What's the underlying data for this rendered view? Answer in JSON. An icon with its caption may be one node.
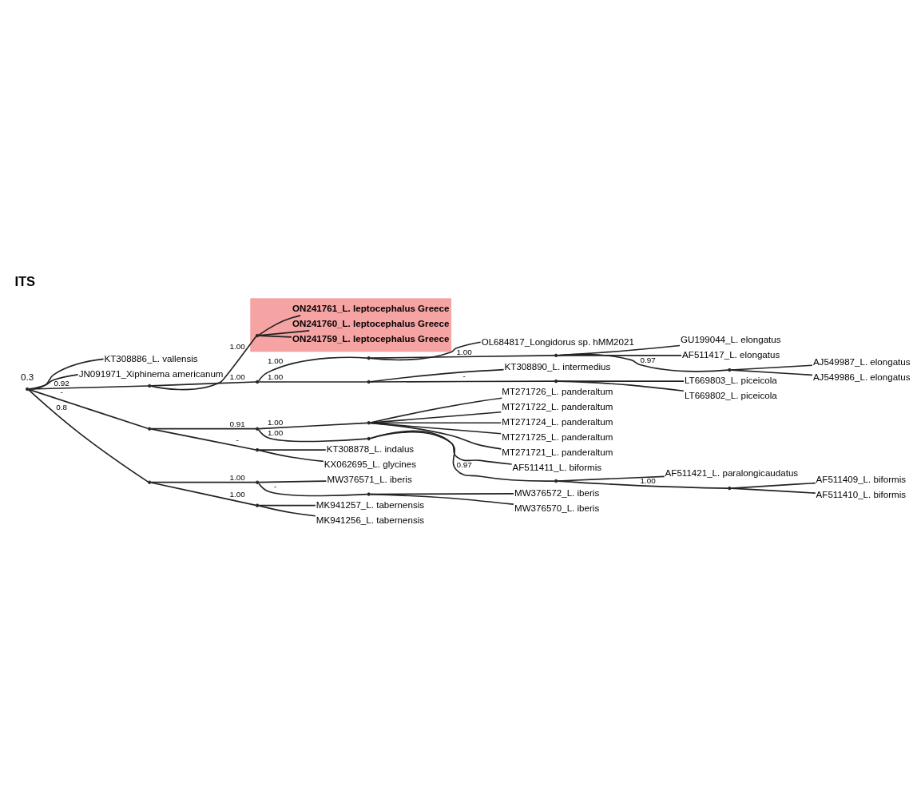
{
  "diagram": {
    "title": "ITS",
    "nodes": [
      {
        "text": [
          "AJ549987_L. elongatus"
        ]
      },
      {
        "text": [
          "AJ549986_L. elongatus"
        ]
      },
      {
        "text": [
          "GU199044_L. elongatus"
        ]
      },
      {
        "text": [
          "AF511417_L. elongatus"
        ]
      },
      {
        "text": [
          "OL684817_Longidorus sp. hMM2021"
        ]
      },
      {
        "text": [
          "LT669803_L. piceicola"
        ]
      },
      {
        "text": [
          "LT669802_L. piceicola"
        ]
      },
      {
        "text": [
          "KT308890_L. intermedius"
        ]
      },
      {
        "text": [],
        "shape": "band"
      },
      {
        "text": [
          "ON241759_L. leptocephalus Greece"
        ],
        "in": 8
      },
      {
        "text": [
          "ON241760_L. leptocephalus Greece"
        ],
        "in": 8
      },
      {
        "text": [
          "ON241761_L. leptocephalus Greece"
        ],
        "in": 8
      },
      {
        "text": [
          "MT271726_L. panderaltum"
        ]
      },
      {
        "text": [
          "MT271722_L. panderaltum"
        ]
      },
      {
        "text": [
          "MT271724_L. panderaltum"
        ]
      },
      {
        "text": [
          "MT271725_L. panderaltum"
        ]
      },
      {
        "text": [
          "MT271721_L. panderaltum"
        ]
      },
      {
        "text": [
          "AF511409_L. biformis"
        ]
      },
      {
        "text": [
          "AF511410_L. biformis"
        ]
      },
      {
        "text": [
          "AF511421_L. paralongicaudatus"
        ]
      },
      {
        "text": [
          "AF511411_L. biformis"
        ]
      },
      {
        "text": [
          "KT308878_L. indalus"
        ]
      },
      {
        "text": [
          "KX062695_L. glycines"
        ]
      },
      {
        "text": [
          "MW376572_L. iberis"
        ]
      },
      {
        "text": [
          "MW376570_L. iberis"
        ]
      },
      {
        "text": [
          "MW376571_L. iberis"
        ]
      },
      {
        "text": [
          "MK941257_L. tabernensis"
        ]
      },
      {
        "text": [
          "MK941256_L. tabernensis"
        ]
      },
      {
        "text": [
          "KT308886_L. vallensis"
        ]
      },
      {
        "text": [
          "JN091971_Xiphinema americanum"
        ]
      },
      {
        "text": [],
        "shape": "point"
      },
      {
        "text": [],
        "shape": "point"
      },
      {
        "text": [],
        "shape": "point"
      },
      {
        "text": [],
        "shape": "point"
      },
      {
        "text": [],
        "shape": "point"
      },
      {
        "text": [],
        "shape": "point",
        "in": 8
      },
      {
        "text": [],
        "shape": "point"
      },
      {
        "text": [],
        "shape": "point"
      },
      {
        "text": [],
        "shape": "point"
      },
      {
        "text": [],
        "shape": "point"
      },
      {
        "text": [],
        "shape": "point"
      },
      {
        "text": [],
        "shape": "point"
      },
      {
        "text": [],
        "shape": "point"
      },
      {
        "text": [],
        "shape": "point"
      },
      {
        "text": [],
        "shape": "point"
      },
      {
        "text": [],
        "shape": "point"
      },
      {
        "text": [],
        "shape": "point"
      },
      {
        "text": [],
        "shape": "point"
      },
      {
        "text": [],
        "shape": "point"
      },
      {
        "text": [],
        "shape": "point"
      }
    ],
    "edges": [
      {
        "from": 30,
        "to": 31,
        "arrow": "none",
        "label": "0.92"
      },
      {
        "from": 30,
        "to": 32,
        "arrow": "none",
        "label": "-"
      },
      {
        "from": 30,
        "to": 33,
        "arrow": "none",
        "label": "0.8"
      },
      {
        "from": 30,
        "to": 28,
        "arrow": "none"
      },
      {
        "from": 30,
        "to": 29,
        "arrow": "none"
      },
      {
        "from": 31,
        "to": 34,
        "arrow": "none",
        "label": "1.00"
      },
      {
        "from": 31,
        "to": 35,
        "arrow": "none",
        "label": "1.00"
      },
      {
        "from": 34,
        "to": 40,
        "arrow": "none",
        "label": "1.00"
      },
      {
        "from": 34,
        "to": 41,
        "arrow": "none",
        "label": "1.00"
      },
      {
        "from": 40,
        "to": 45,
        "arrow": "none",
        "label": "1.00"
      },
      {
        "from": 40,
        "to": 4,
        "arrow": "none"
      },
      {
        "from": 45,
        "to": 48,
        "arrow": "none",
        "label": "0.97"
      },
      {
        "from": 45,
        "to": 2,
        "arrow": "none"
      },
      {
        "from": 45,
        "to": 3,
        "arrow": "none"
      },
      {
        "from": 48,
        "to": 0,
        "arrow": "none"
      },
      {
        "from": 48,
        "to": 1,
        "arrow": "none"
      },
      {
        "from": 41,
        "to": 46,
        "arrow": "none",
        "label": "-"
      },
      {
        "from": 41,
        "to": 7,
        "arrow": "none"
      },
      {
        "from": 46,
        "to": 5,
        "arrow": "none"
      },
      {
        "from": 46,
        "to": 6,
        "arrow": "none"
      },
      {
        "from": 35,
        "to": 9,
        "arrow": "none"
      },
      {
        "from": 35,
        "to": 10,
        "arrow": "none"
      },
      {
        "from": 35,
        "to": 11,
        "arrow": "none"
      },
      {
        "from": 32,
        "to": 36,
        "arrow": "none",
        "label": "0.91"
      },
      {
        "from": 32,
        "to": 37,
        "arrow": "none",
        "label": "-"
      },
      {
        "from": 36,
        "to": 42,
        "arrow": "none",
        "label": "1.00"
      },
      {
        "from": 36,
        "to": 43,
        "arrow": "none",
        "label": "1.00"
      },
      {
        "from": 42,
        "to": 12,
        "arrow": "none"
      },
      {
        "from": 42,
        "to": 13,
        "arrow": "none"
      },
      {
        "from": 42,
        "to": 14,
        "arrow": "none"
      },
      {
        "from": 42,
        "to": 15,
        "arrow": "none"
      },
      {
        "from": 42,
        "to": 16,
        "arrow": "none"
      },
      {
        "from": 43,
        "to": 47,
        "arrow": "none",
        "label": "0.97"
      },
      {
        "from": 43,
        "to": 20,
        "arrow": "none"
      },
      {
        "from": 47,
        "to": 49,
        "arrow": "none",
        "label": "1.00"
      },
      {
        "from": 47,
        "to": 19,
        "arrow": "none"
      },
      {
        "from": 49,
        "to": 17,
        "arrow": "none"
      },
      {
        "from": 49,
        "to": 18,
        "arrow": "none"
      },
      {
        "from": 37,
        "to": 21,
        "arrow": "none"
      },
      {
        "from": 37,
        "to": 22,
        "arrow": "none"
      },
      {
        "from": 33,
        "to": 38,
        "arrow": "none",
        "label": "1.00"
      },
      {
        "from": 33,
        "to": 39,
        "arrow": "none",
        "label": "1.00"
      },
      {
        "from": 38,
        "to": 44,
        "arrow": "none",
        "label": "-"
      },
      {
        "from": 38,
        "to": 25,
        "arrow": "none"
      },
      {
        "from": 44,
        "to": 23,
        "arrow": "none"
      },
      {
        "from": 44,
        "to": 24,
        "arrow": "none"
      },
      {
        "from": 39,
        "to": 26,
        "arrow": "none"
      },
      {
        "from": 39,
        "to": 27,
        "arrow": "none"
      }
    ],
    "labels": [
      "0.3"
    ]
  }
}
